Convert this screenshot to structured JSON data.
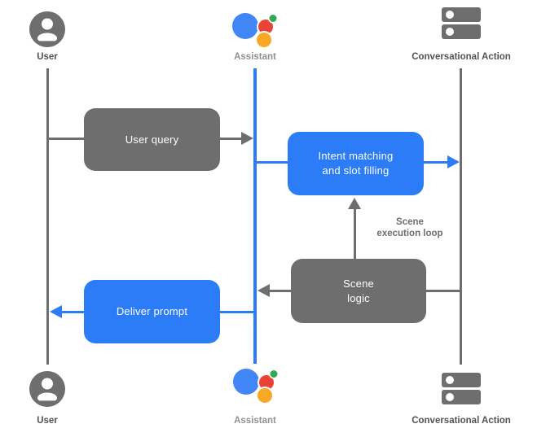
{
  "colors": {
    "gray": "#6e6e6e",
    "blue": "#2b7cf6",
    "label_dark": "#525252",
    "label_light": "#909090",
    "assistant_blue": "#4285f4",
    "assistant_red": "#ea4335",
    "assistant_green": "#34a853",
    "assistant_yellow": "#f9a825",
    "box_text": "#ffffff",
    "background": "#ffffff"
  },
  "actors": {
    "top": {
      "user": "User",
      "assistant": "Assistant",
      "conversational_action": "Conversational Action"
    },
    "bottom": {
      "user": "User",
      "assistant": "Assistant",
      "conversational_action": "Conversational Action"
    }
  },
  "boxes": {
    "user_query": {
      "label": "User query"
    },
    "intent_matching": {
      "line1": "Intent matching",
      "line2": "and slot filling"
    },
    "scene_logic": {
      "line1": "Scene",
      "line2": "logic"
    },
    "deliver_prompt": {
      "label": "Deliver prompt"
    }
  },
  "annotations": {
    "scene_execution_loop": {
      "line1": "Scene",
      "line2": "execution loop"
    }
  }
}
